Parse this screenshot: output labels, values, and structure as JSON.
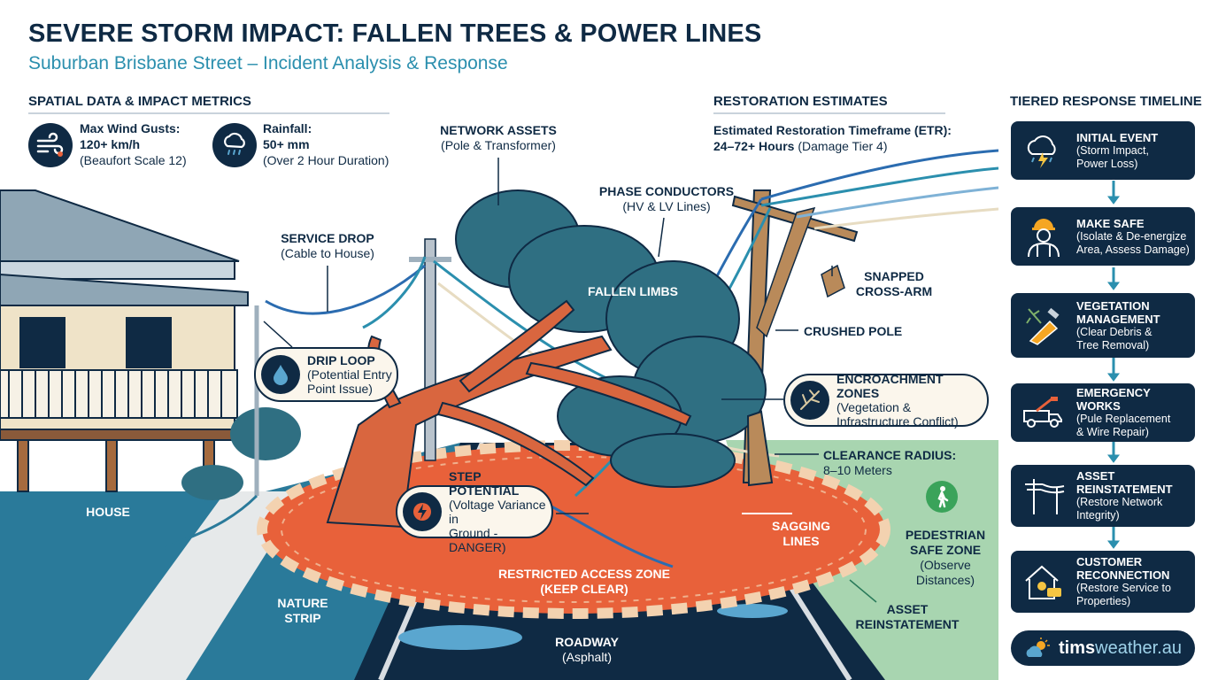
{
  "title": "SEVERE STORM IMPACT: FALLEN TREES & POWER LINES",
  "subtitle": "Suburban Brisbane Street – Incident Analysis & Response",
  "spatial": {
    "heading": "SPATIAL DATA & IMPACT METRICS",
    "wind": {
      "label": "Max Wind Gusts:",
      "value": "120+ km/h",
      "note": "(Beaufort Scale 12)",
      "icon": "wind-icon"
    },
    "rain": {
      "label": "Rainfall:",
      "value": "50+ mm",
      "note": "(Over 2 Hour Duration)",
      "icon": "rain-cloud-icon"
    }
  },
  "restoration": {
    "heading": "RESTORATION ESTIMATES",
    "line1": "Estimated Restoration Timeframe (ETR):",
    "value": "24–72+ Hours",
    "tier": " (Damage Tier 4)"
  },
  "timeline": {
    "heading": "TIERED RESPONSE TIMELINE",
    "steps": [
      {
        "title": "INITIAL EVENT",
        "desc": [
          "(Storm Impact,",
          "Power Loss)"
        ],
        "icon": "storm-cloud-icon"
      },
      {
        "title": "MAKE SAFE",
        "desc": [
          "(Isolate & De-energize",
          "Area, Assess Damage)"
        ],
        "icon": "worker-icon"
      },
      {
        "title": "VEGETATION",
        "title2": "MANAGEMENT",
        "desc": [
          "(Clear Debris &",
          "Tree Removal)"
        ],
        "icon": "chainsaw-icon"
      },
      {
        "title": "EMERGENCY WORKS",
        "desc": [
          "(Pule Replacement",
          "& Wire Repair)"
        ],
        "icon": "crane-truck-icon"
      },
      {
        "title": "ASSET",
        "title2": "REINSTATEMENT",
        "desc": [
          "(Restore Network",
          "Integrity)"
        ],
        "icon": "power-pole-icon"
      },
      {
        "title": "CUSTOMER",
        "title2": "RECONNECTION",
        "desc": [
          "(Restore Service to",
          "Properties)"
        ],
        "icon": "house-plug-icon"
      }
    ],
    "brand": {
      "part1": "tims",
      "part2": "weather.au",
      "icon": "sun-cloud-icon"
    }
  },
  "labels": {
    "network_assets": {
      "title": "NETWORK ASSETS",
      "sub": "(Pole & Transformer)"
    },
    "phase_conductors": {
      "title": "PHASE CONDUCTORS",
      "sub": "(HV & LV Lines)"
    },
    "service_drop": {
      "title": "SERVICE DROP",
      "sub": "(Cable to House)"
    },
    "fallen_limbs": "FALLEN LIMBS",
    "snapped": {
      "line1": "SNAPPED",
      "line2": "CROSS-ARM"
    },
    "crushed_pole": "CRUSHED POLE",
    "drip_loop": {
      "title": "DRIP LOOP",
      "line1": "(Potential Entry",
      "line2": "Point Issue)",
      "icon": "water-drop-icon"
    },
    "encroachment": {
      "title": "ENCROACHMENT ZONES",
      "line1": "(Vegetation &",
      "line2": "Infrastructure Conflict)",
      "icon": "branch-icon"
    },
    "clearance": {
      "title": "CLEARANCE RADIUS:",
      "sub": "8–10 Meters"
    },
    "step_potential": {
      "title": "STEP POTENTIAL",
      "line1": "(Voltage Variance in",
      "line2": "Ground - DANGER)",
      "icon": "lightning-icon"
    },
    "restricted": {
      "line1": "RESTRICTED ACCESS ZONE",
      "line2": "(KEEP CLEAR)"
    },
    "sagging": {
      "line1": "SAGGING",
      "line2": "LINES"
    },
    "pedestrian": {
      "line1": "PEDESTRIAN",
      "line2": "SAFE ZONE",
      "line3": "(Observe",
      "line4": "Distances)",
      "icon": "pedestrian-icon"
    },
    "asset_reinstatement": {
      "line1": "ASSET",
      "line2": "REINSTATEMENT"
    },
    "house": "HOUSE",
    "nature_strip": {
      "line1": "NATURE",
      "line2": "STRIP"
    },
    "roadway": {
      "title": "ROADWAY",
      "sub": "(Asphalt)"
    }
  },
  "colors": {
    "navy": "#0f2a44",
    "teal": "#2b8fae",
    "danger_orange": "#e8613a",
    "tree_trunk": "#d9663f",
    "foliage": "#2f6f82",
    "grass": "#a8d5b0"
  }
}
